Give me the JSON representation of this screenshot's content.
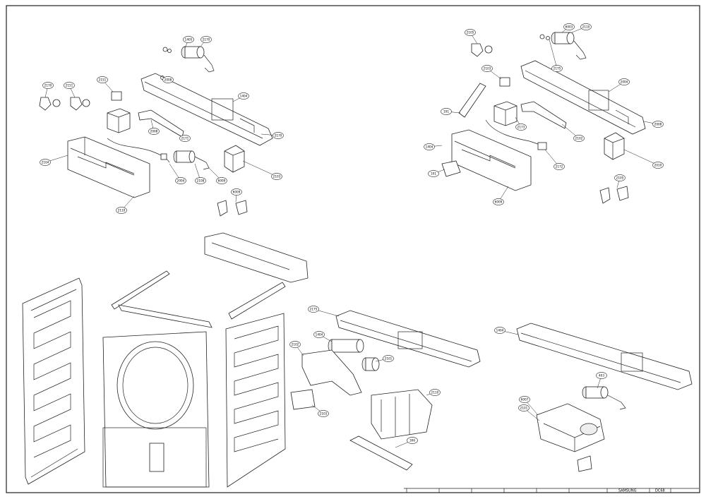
{
  "callouts": [
    {
      "id": "c1",
      "label": "1405"
    },
    {
      "id": "c2",
      "label": "2170"
    },
    {
      "id": "c3",
      "label": "2170"
    },
    {
      "id": "c4",
      "label": "2151"
    },
    {
      "id": "c5",
      "label": "2151"
    },
    {
      "id": "c6",
      "label": "2008"
    },
    {
      "id": "c7",
      "label": "1404"
    },
    {
      "id": "c8",
      "label": "2170"
    },
    {
      "id": "c9",
      "label": "2008"
    },
    {
      "id": "c10",
      "label": "2171"
    },
    {
      "id": "c11",
      "label": "2104"
    },
    {
      "id": "c12",
      "label": "2004"
    },
    {
      "id": "c13",
      "label": "2108"
    },
    {
      "id": "c14",
      "label": "6009"
    },
    {
      "id": "c15",
      "label": "2103"
    },
    {
      "id": "c16",
      "label": "6009"
    },
    {
      "id": "c17",
      "label": "2110"
    },
    {
      "id": "c18",
      "label": "2105"
    },
    {
      "id": "c19",
      "label": "6003"
    },
    {
      "id": "c20",
      "label": "2110"
    },
    {
      "id": "c21",
      "label": "2103"
    },
    {
      "id": "c22",
      "label": "2175"
    },
    {
      "id": "c23",
      "label": "2004"
    },
    {
      "id": "c24",
      "label": "2008"
    },
    {
      "id": "c25",
      "label": "101"
    },
    {
      "id": "c26",
      "label": "2173"
    },
    {
      "id": "c27",
      "label": "2102"
    },
    {
      "id": "c28",
      "label": "1404"
    },
    {
      "id": "c29",
      "label": "101"
    },
    {
      "id": "c30",
      "label": "2172"
    },
    {
      "id": "c31",
      "label": "6009"
    },
    {
      "id": "c32",
      "label": "2010"
    },
    {
      "id": "c33",
      "label": "2105"
    },
    {
      "id": "c34",
      "label": "2175"
    },
    {
      "id": "c35",
      "label": "1404"
    },
    {
      "id": "c36",
      "label": "2102"
    },
    {
      "id": "c37",
      "label": "2101"
    },
    {
      "id": "c38",
      "label": "2103"
    },
    {
      "id": "c39",
      "label": "2110"
    },
    {
      "id": "c40",
      "label": "306"
    },
    {
      "id": "c41",
      "label": "1404"
    },
    {
      "id": "c42",
      "label": "403"
    },
    {
      "id": "c43",
      "label": "6007"
    },
    {
      "id": "c44",
      "label": "2101"
    }
  ],
  "title_block": {
    "brand": "SAMSUNG",
    "code": "DC68"
  }
}
